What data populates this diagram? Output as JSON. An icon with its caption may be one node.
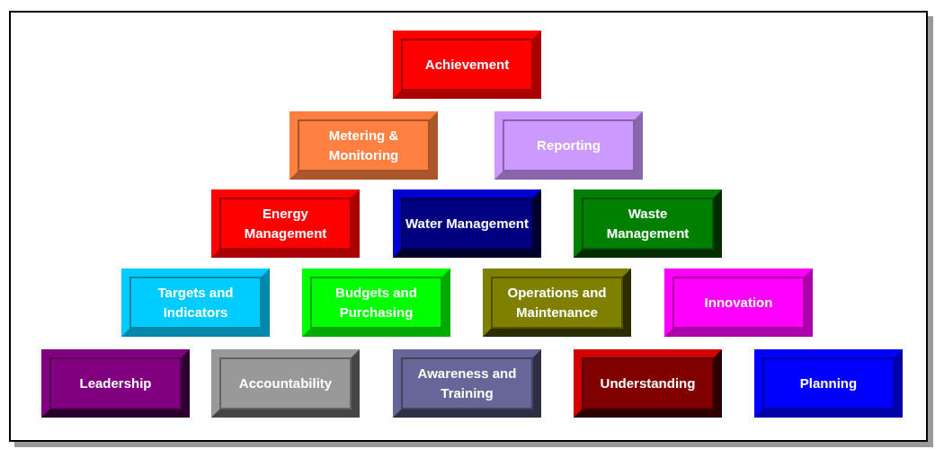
{
  "diagram": {
    "nodes": [
      {
        "text": [
          "Achievement"
        ]
      },
      {
        "text": [
          "Metering & Monitoring"
        ]
      },
      {
        "text": [
          "Reporting"
        ]
      },
      {
        "text": [
          "Energy Management"
        ]
      },
      {
        "text": [
          "Water Management"
        ]
      },
      {
        "text": [
          "Waste Management"
        ]
      },
      {
        "text": [
          "Targets and Indicators"
        ]
      },
      {
        "text": [
          "Budgets and Purchasing"
        ]
      },
      {
        "text": [
          "Operations and Maintenance"
        ]
      },
      {
        "text": [
          "Innovation"
        ]
      },
      {
        "text": [
          "Leadership"
        ]
      },
      {
        "text": [
          "Accountability"
        ]
      },
      {
        "text": [
          "Awareness and Training"
        ]
      },
      {
        "text": [
          "Understanding"
        ]
      },
      {
        "text": [
          "Planning"
        ]
      }
    ],
    "edges": []
  }
}
